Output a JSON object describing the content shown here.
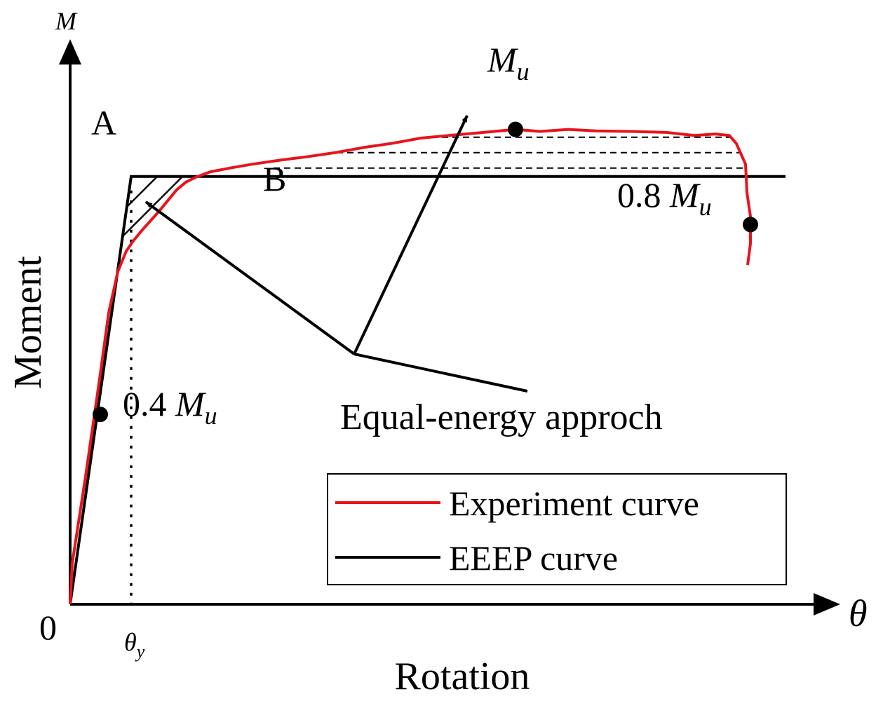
{
  "chart_data": {
    "type": "line",
    "ylabel": "Moment",
    "xlabel": "Rotation",
    "y_axis_symbol": "M",
    "x_axis_symbol": "θ",
    "origin_label": "0",
    "x_tick": {
      "base": "θ",
      "sub": "y"
    },
    "point_labels": {
      "A": "A",
      "B": "B",
      "mu": {
        "base": "M",
        "sub": "u"
      },
      "m08": {
        "prefix": "0.8 ",
        "base": "M",
        "sub": "u"
      },
      "m04": {
        "prefix": "0.4 ",
        "base": "M",
        "sub": "u"
      }
    },
    "annotation": "Equal-energy approch",
    "legend": {
      "placement": "bottom-right",
      "entries": [
        {
          "label": "Experiment curve",
          "color": "#e8141c"
        },
        {
          "label": "EEEP curve",
          "color": "#000000"
        }
      ]
    },
    "series": [
      {
        "name": "Experiment curve",
        "color": "#e8141c",
        "points": [
          [
            0,
            0
          ],
          [
            0.3,
            8
          ],
          [
            2.2,
            25
          ],
          [
            4.3,
            45
          ],
          [
            5.5,
            57
          ],
          [
            6.8,
            65
          ],
          [
            8,
            69
          ],
          [
            9,
            71
          ],
          [
            10.2,
            73
          ],
          [
            11.5,
            75
          ],
          [
            12.8,
            77
          ],
          [
            14,
            79
          ],
          [
            15.2,
            81
          ],
          [
            16.5,
            82.5
          ],
          [
            18,
            83.5
          ],
          [
            20,
            84.5
          ],
          [
            23,
            85.3
          ],
          [
            26,
            86
          ],
          [
            30,
            86.8
          ],
          [
            34,
            87.5
          ],
          [
            38,
            88.3
          ],
          [
            42,
            89.3
          ],
          [
            46,
            90.1
          ],
          [
            50,
            91.1
          ],
          [
            54,
            91.6
          ],
          [
            58,
            92.1
          ],
          [
            62,
            92.6
          ],
          [
            63.5,
            92.8
          ],
          [
            67,
            92.4
          ],
          [
            71,
            92.8
          ],
          [
            75,
            92.5
          ],
          [
            80,
            92.4
          ],
          [
            85,
            92.2
          ],
          [
            89,
            91.6
          ],
          [
            92,
            91.9
          ],
          [
            94,
            91.6
          ],
          [
            95,
            90
          ],
          [
            96.3,
            86
          ],
          [
            96.5,
            80.5
          ],
          [
            97,
            75.8
          ],
          [
            97,
            70.5
          ],
          [
            96.6,
            66.3
          ]
        ]
      },
      {
        "name": "EEEP curve",
        "color": "#000000",
        "points": [
          [
            0,
            0
          ],
          [
            8.7,
            83.6
          ],
          [
            102,
            83.6
          ]
        ]
      }
    ],
    "key_points": {
      "A": [
        8.7,
        83.6
      ],
      "B": [
        27,
        83.6
      ],
      "Mu": [
        63.5,
        92.8
      ],
      "0.8Mu": [
        97,
        74.2
      ],
      "0.4Mu": [
        4.3,
        37.1
      ]
    },
    "xlim": [
      0,
      110
    ],
    "ylim": [
      0,
      100
    ],
    "axis_ticks": "none",
    "grid": false
  }
}
